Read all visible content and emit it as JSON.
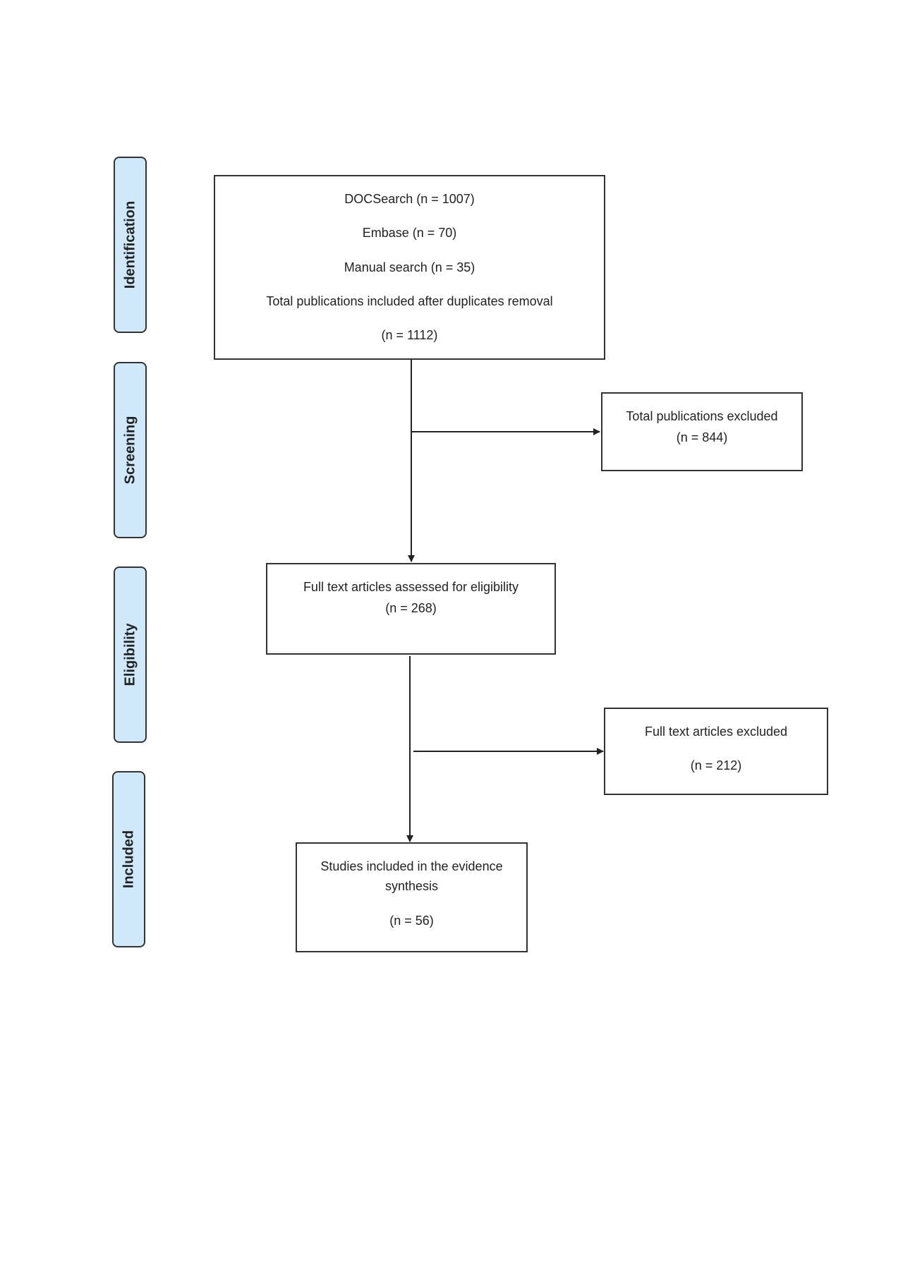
{
  "phases": {
    "identification": "Identification",
    "screening": "Screening",
    "eligibility": "Eligibility",
    "included": "Included"
  },
  "identification_box": {
    "line1": "DOCSearch (n = 1007)",
    "line2": "Embase (n = 70)",
    "line3": "Manual search (n = 35)",
    "line4": "Total publications included after duplicates removal",
    "line5": "(n = 1112)"
  },
  "screening_excluded_box": {
    "line1": "Total publications excluded",
    "line2": "(n = 844)"
  },
  "eligibility_box": {
    "line1": "Full text articles assessed for eligibility",
    "line2": "(n = 268)"
  },
  "eligibility_excluded_box": {
    "line1": "Full text articles excluded",
    "line2": "(n = 212)"
  },
  "included_box": {
    "line1": "Studies included in the evidence",
    "line2": "synthesis",
    "line3": "(n = 56)"
  },
  "colors": {
    "phase_fill": "#cfe9fb",
    "border": "#333333"
  }
}
